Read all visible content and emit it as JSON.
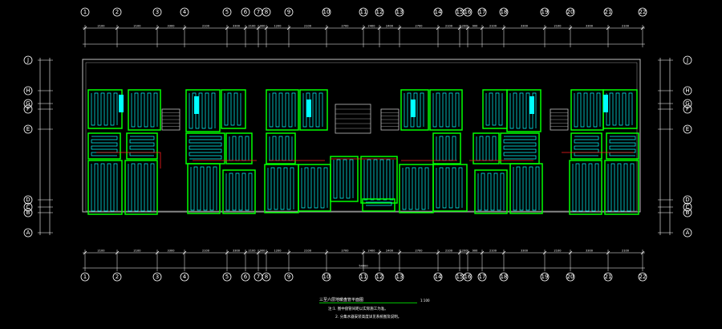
{
  "colors": {
    "background": "#000000",
    "axis": "#ffffff",
    "dimension": "#ffffff",
    "wall": "#c0c0c0",
    "room_border": "#00ff00",
    "pipe": "#00ffff",
    "supply": "#ff2020",
    "note_underline": "#00ff00"
  },
  "grid": {
    "top_labels": [
      "1",
      "2",
      "3",
      "4",
      "5",
      "6",
      "7",
      "8",
      "9",
      "10",
      "11",
      "12",
      "13",
      "14",
      "15",
      "16",
      "17",
      "18",
      "19",
      "20",
      "21",
      "22"
    ],
    "bottom_labels": [
      "1",
      "2",
      "3",
      "4",
      "5",
      "6",
      "7",
      "8",
      "9",
      "10",
      "11",
      "12",
      "13",
      "14",
      "15",
      "16",
      "17",
      "18",
      "19",
      "20",
      "21",
      "22"
    ],
    "left_labels": [
      "J",
      "H",
      "G",
      "F",
      "E",
      "D",
      "C",
      "B",
      "A"
    ],
    "right_labels": [
      "J",
      "H",
      "G",
      "F",
      "E",
      "D",
      "C",
      "B",
      "A"
    ]
  },
  "dimensions": {
    "top_segments": [
      "2100",
      "2100",
      "3300",
      "2100",
      "3300",
      "2100",
      "900",
      "1200",
      "2100",
      "2700",
      "2400",
      "2400",
      "2700",
      "2100",
      "1200",
      "900",
      "2100",
      "3300",
      "2100",
      "3300",
      "2100"
    ],
    "bottom_segments": [
      "2100",
      "2100",
      "3300",
      "2100",
      "3300",
      "2100",
      "900",
      "1200",
      "2100",
      "2700",
      "2400",
      "2400",
      "2700",
      "2100",
      "1200",
      "900",
      "2100",
      "3300",
      "2100",
      "3300",
      "2100"
    ],
    "bottom_total": "54900"
  },
  "notes": {
    "title": "三至六层地暖盘管平面图",
    "scale": "1:100",
    "note1": "注:1. 图中盘管间距以实际施工为准。",
    "note2": "2. 分集水器安装高度详见系统图及说明。"
  }
}
